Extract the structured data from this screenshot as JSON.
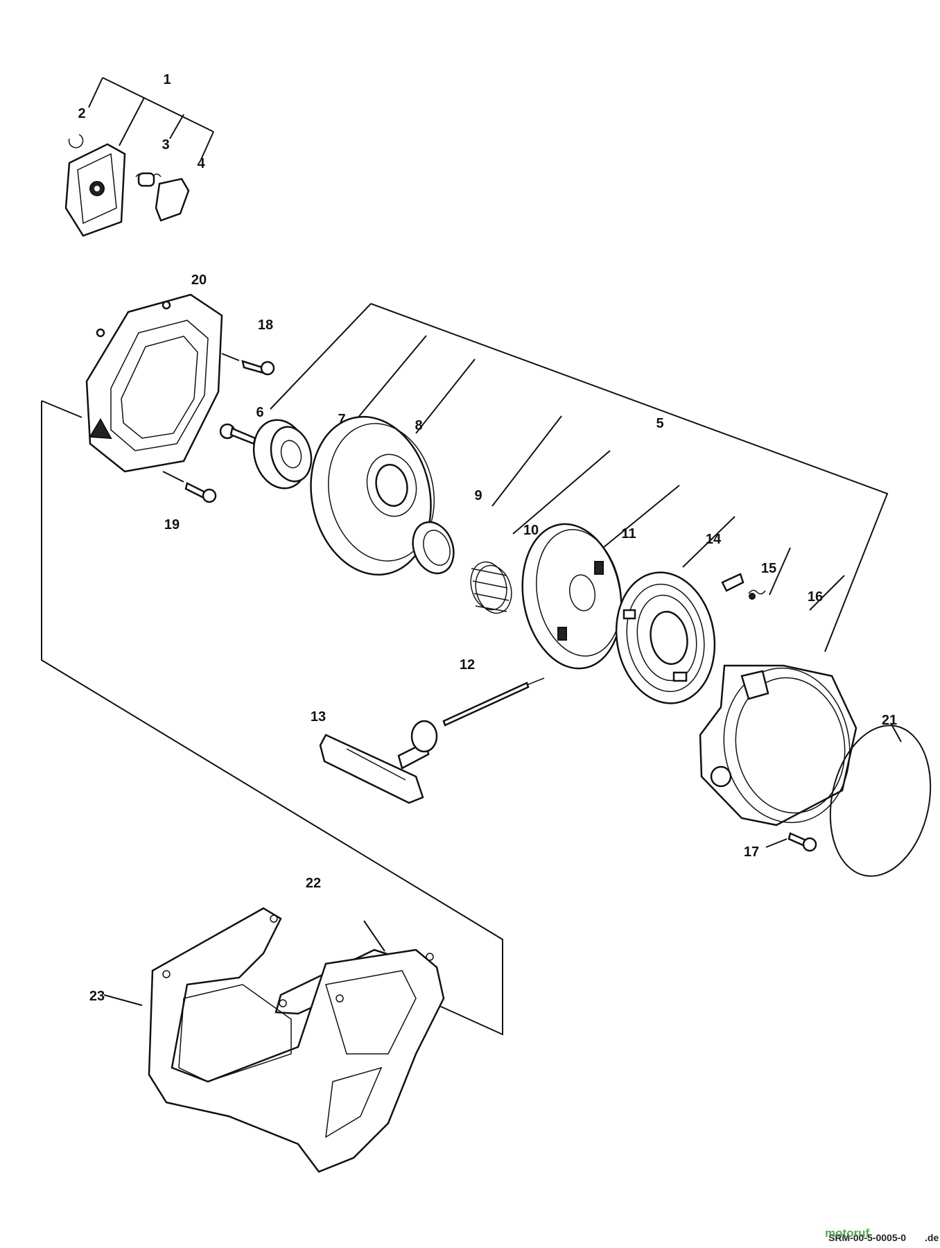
{
  "callouts": [
    "1",
    "2",
    "3",
    "4",
    "5",
    "6",
    "7",
    "8",
    "9",
    "10",
    "11",
    "12",
    "13",
    "14",
    "15",
    "16",
    "17",
    "18",
    "19",
    "20",
    "21",
    "22",
    "23"
  ],
  "watermark": {
    "code": "SRM-00-5-0005-0",
    "brand": "motoruf",
    "suffix": ".de"
  },
  "colors": {
    "line": "#111111",
    "background": "#ffffff",
    "brand_green": "#3a9a3a",
    "brand_red": "#c0392b"
  }
}
